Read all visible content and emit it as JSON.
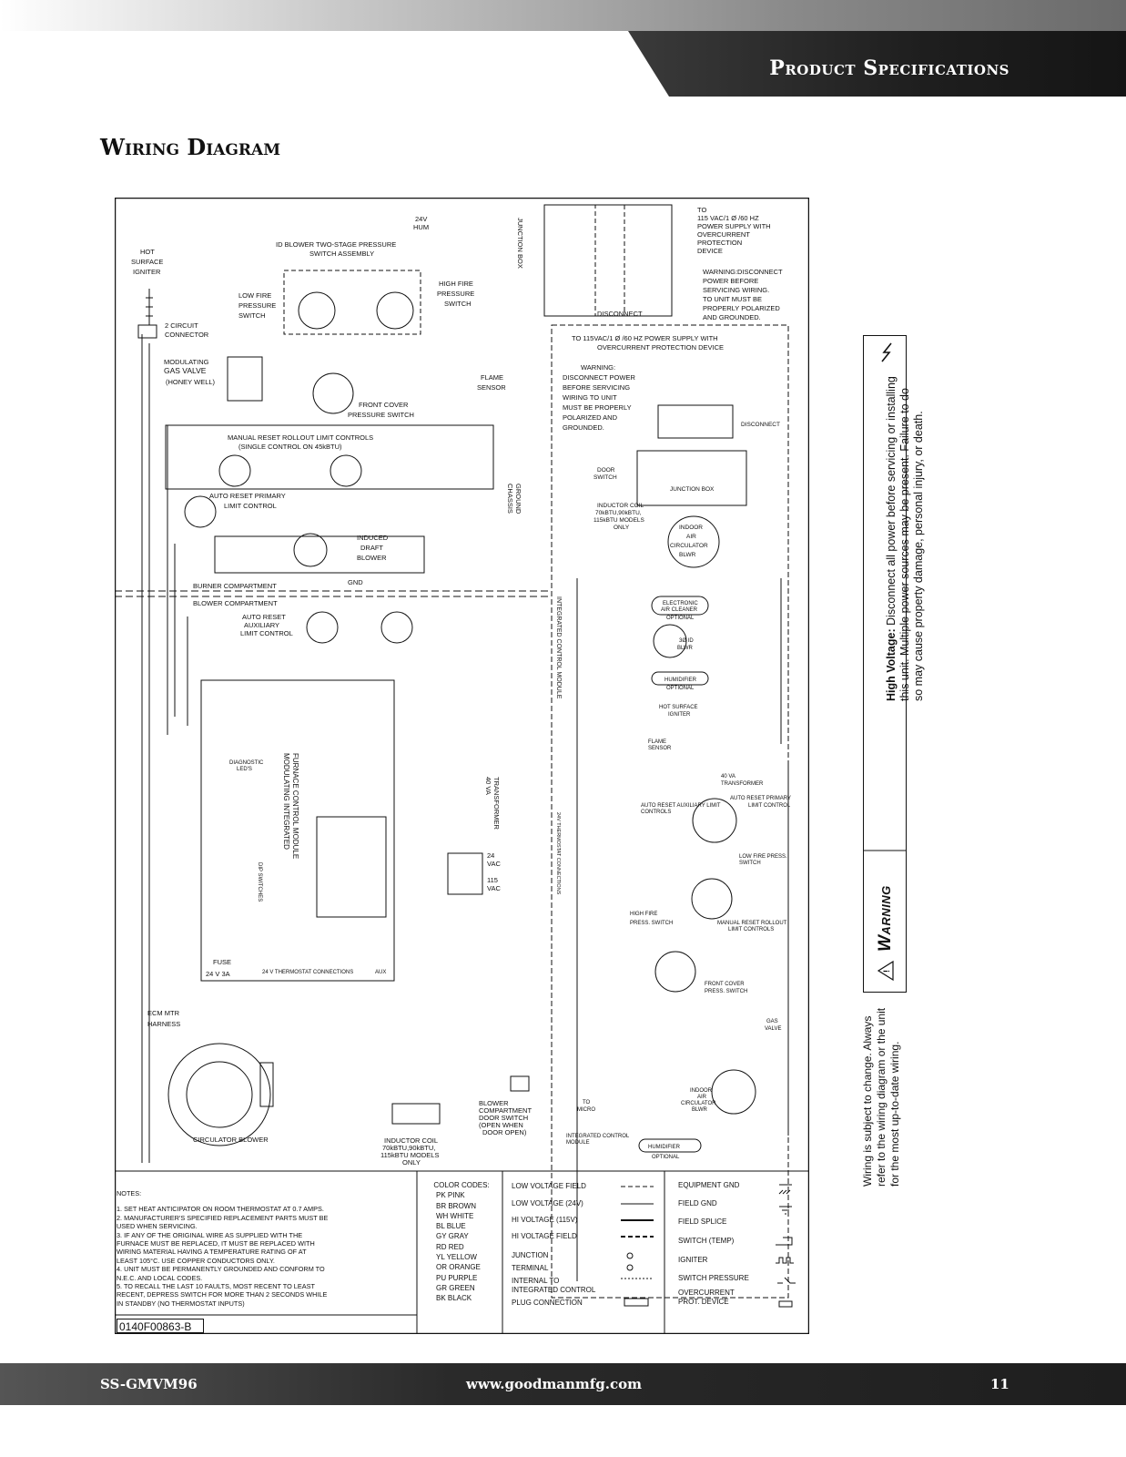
{
  "header": {
    "section_title": "Product Specifications"
  },
  "page": {
    "title": "Wiring Diagram"
  },
  "diagram": {
    "labels": {
      "hot_surface_igniter": [
        "HOT",
        "SURFACE",
        "IGNITER"
      ],
      "two_circuit_connector": [
        "2 CIRCUIT",
        "CONNECTOR"
      ],
      "id_blower_pressure": [
        "ID BLOWER TWO-STAGE PRESSURE",
        "SWITCH ASSEMBLY"
      ],
      "low_fire_pressure": [
        "LOW FIRE",
        "PRESSURE",
        "SWITCH"
      ],
      "high_fire_pressure": [
        "HIGH FIRE",
        "PRESSURE",
        "SWITCH"
      ],
      "hum_24v": [
        "24V",
        "HUM"
      ],
      "junction_box_v": "JUNCTION BOX",
      "modulating_gas_valve": [
        "MODULATING",
        "GAS VALVE",
        "(HONEY WELL)"
      ],
      "front_cover_switch": [
        "FRONT COVER",
        "PRESSURE SWITCH"
      ],
      "flame_sensor": [
        "FLAME",
        "SENSOR"
      ],
      "manual_reset": [
        "MANUAL RESET ROLLOUT LIMIT CONTROLS",
        "(SINGLE CONTROL ON 45kBTU)"
      ],
      "auto_reset_primary": [
        "AUTO RESET PRIMARY",
        "LIMIT CONTROL"
      ],
      "induced_draft": [
        "INDUCED",
        "DRAFT",
        "BLOWER"
      ],
      "burner_compartment": "BURNER COMPARTMENT",
      "blower_compartment": "BLOWER COMPARTMENT",
      "auto_reset_aux": [
        "AUTO RESET",
        "AUXILIARY",
        "LIMIT CONTROL"
      ],
      "chassis_ground": [
        "CHASSIS",
        "GROUND"
      ],
      "ecm_harness": [
        "ECM MTR",
        "HARNESS"
      ],
      "circulator_blower": "CIRCULATOR  BLOWER",
      "inductor_coil": [
        "INDUCTOR COIL",
        "70kBTU,90kBTU,",
        "115kBTU MODELS",
        "ONLY"
      ],
      "blower_door_switch": [
        "BLOWER",
        "COMPARTMENT",
        "DOOR SWITCH",
        "(OPEN WHEN",
        "DOOR OPEN)"
      ],
      "modulating_board": [
        "MODULATING INTEGRATED",
        "FURNACE CONTROL MODULE"
      ],
      "transformer": [
        "40 VA",
        "TRANSFORMER"
      ],
      "vac24": [
        "24",
        "VAC"
      ],
      "vac115": [
        "115",
        "VAC"
      ],
      "fuse": "FUSE",
      "fuse_rating": "24 V  3A",
      "thermostat_connections": "24 V THERMOSTAT CONNECTIONS",
      "aux": "AUX",
      "diagnostic_leds": [
        "DIAGNOSTIC",
        "LED'S"
      ],
      "dip_switches": "DIP SWITCHES",
      "gnd": "GND",
      "to_supply_top": [
        "TO",
        "115 VAC/1   Ø /60 HZ",
        "POWER SUPPLY WITH",
        "OVERCURRENT",
        "PROTECTION",
        "DEVICE"
      ],
      "warning_top": [
        "WARNING:DISCONNECT",
        "POWER BEFORE",
        "SERVICING WIRING.",
        "TO UNIT MUST BE",
        "PROPERLY POLARIZED",
        "AND GROUNDED."
      ],
      "disconnect": "DISCONNECT",
      "to_supply_ladder": [
        "TO 115VAC/1     Ø /60 HZ POWER SUPPLY WITH",
        "OVERCURRENT PROTECTION DEVICE"
      ],
      "warning_ladder": [
        "WARNING:",
        "DISCONNECT POWER",
        "BEFORE SERVICING",
        "WIRING TO UNIT",
        "MUST BE PROPERLY",
        "POLARIZED AND",
        "GROUNDED."
      ],
      "door_switch": [
        "DOOR",
        "SWITCH"
      ],
      "junction_box": "JUNCTION BOX",
      "inductor_coil_ladder": [
        "INDUCTOR COIL",
        "70kBTU,90kBTU,",
        "115kBTU MODELS",
        "ONLY"
      ],
      "indoor_air": [
        "INDOOR",
        "AIR",
        "CIRCULATOR",
        "BLWR"
      ],
      "integrated_control_v": "INTEGRATED CONTROL MODULE",
      "eac": [
        "ELECTRONIC",
        "AIR CLEANER",
        "OPTIONAL"
      ],
      "id_blwr": [
        "3Ø ID",
        "BLWR"
      ],
      "humidifier": [
        "HUMIDIFIER",
        "OPTIONAL"
      ],
      "hot_surface_igniter_ladder": [
        "HOT SURFACE",
        "IGNITER"
      ],
      "flame_sensor_ladder": [
        "FLAME",
        "SENSOR"
      ],
      "transformer_ladder": [
        "40 VA",
        "TRANSFORMER"
      ],
      "aux_limit": [
        "AUTO RESET AUXILIARY LIMIT",
        "CONTROLS"
      ],
      "primary_limit": [
        "AUTO RESET PRIMARY",
        "LIMIT CONTROL"
      ],
      "low_fire_press": [
        "LOW FIRE PRESS.",
        "SWITCH"
      ],
      "high_fire_press": [
        "HIGH FIRE",
        "PRESS. SWITCH"
      ],
      "manual_rollout_ladder": [
        "MANUAL RESET ROLLOUT",
        "LIMIT CONTROLS"
      ],
      "front_cover_ladder": [
        "FRONT COVER",
        "PRESS. SWITCH"
      ],
      "gas_valve_ladder": [
        "GAS",
        "VALVE"
      ],
      "thermostat_v": "24V THERMOSTAT CONNECTIONS",
      "to_micro": [
        "TO",
        "MICRO"
      ],
      "indoor_air_bottom": [
        "INDOOR",
        "AIR",
        "CIRCULATOR",
        "BLWR"
      ],
      "integrated_control_bottom": [
        "INTEGRATED CONTROL",
        "MODULE"
      ],
      "humidifier_bottom": [
        "HUMIDIFIER",
        "OPTIONAL"
      ]
    },
    "wire_colors": {
      "hot": "#111111",
      "low_voltage": "#111111"
    }
  },
  "notes": {
    "heading": "NOTES:",
    "items": [
      "1. SET HEAT ANTICIPATOR ON ROOM THERMOSTAT AT 0.7 AMPS.",
      "2. MANUFACTURER'S SPECIFIED REPLACEMENT PARTS MUST BE",
      "    USED WHEN SERVICING.",
      "3. IF ANY OF THE ORIGINAL WIRE AS SUPPLIED WITH THE",
      "    FURNACE MUST BE REPLACED, IT MUST BE REPLACED WITH",
      "    WIRING MATERIAL HAVING A TEMPERATURE RATING OF AT",
      "    LEAST 105°C. USE COPPER CONDUCTORS ONLY.",
      "4. UNIT MUST BE PERMANENTLY GROUNDED AND CONFORM TO",
      "    N.E.C. AND LOCAL CODES.",
      "5. TO RECALL THE LAST 10 FAULTS, MOST RECENT TO LEAST",
      "    RECENT, DEPRESS SWITCH FOR MORE THAN 2 SECONDS WHILE",
      "    IN STANDBY (NO THERMOSTAT INPUTS)"
    ],
    "part_number": "0140F00863-B"
  },
  "color_codes": {
    "heading": "COLOR CODES:",
    "items": [
      "PK PINK",
      "BR BROWN",
      "WH WHITE",
      "BL BLUE",
      "GY GRAY",
      "RD RED",
      "YL YELLOW",
      "OR ORANGE",
      "PU PURPLE",
      "GR GREEN",
      "BK BLACK"
    ]
  },
  "legend_left": [
    "LOW VOLTAGE FIELD",
    "LOW VOLTAGE (24V)",
    "HI VOLTAGE (115V)",
    "HI VOLTAGE FIELD",
    "JUNCTION",
    "TERMINAL",
    "INTERNAL TO",
    "INTEGRATED CONTROL",
    "PLUG CONNECTION"
  ],
  "legend_right": [
    "EQUIPMENT GND",
    "FIELD GND",
    "FIELD SPLICE",
    "SWITCH (TEMP)",
    "IGNITER",
    "SWITCH PRESSURE",
    "OVERCURRENT",
    "PROT. DEVICE"
  ],
  "warning": {
    "word": "Warning",
    "hv_label": "High Voltage:",
    "hv_text": " Disconnect all power before servicing or installing this unit. Multiple power sources may be present. Failure to do so may cause property damage, personal injury, or death.",
    "note": "Wiring is subject to change. Always refer to the wiring diagram or the unit for the most up-to-date wiring."
  },
  "footer": {
    "left": "SS-GMVM96",
    "center": "www.goodmanmfg.com",
    "right": "11"
  }
}
